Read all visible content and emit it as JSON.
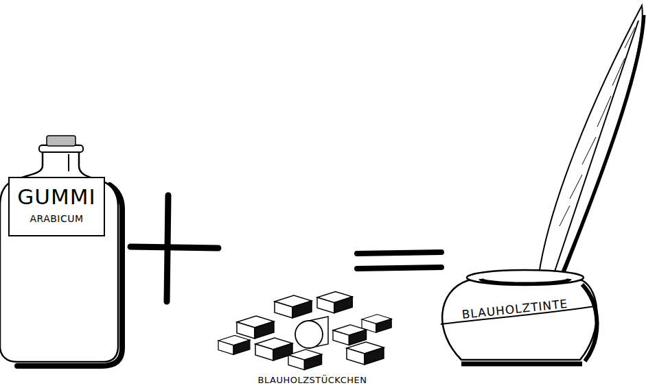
{
  "diagram": {
    "nodes": [
      {
        "text": [
          "GUMMI",
          "ARABICUM"
        ]
      },
      {
        "text": [
          "BLAUHOLZTINTE"
        ]
      }
    ],
    "labels": [
      "BLAUHOLZSTÜCKCHEN"
    ]
  }
}
